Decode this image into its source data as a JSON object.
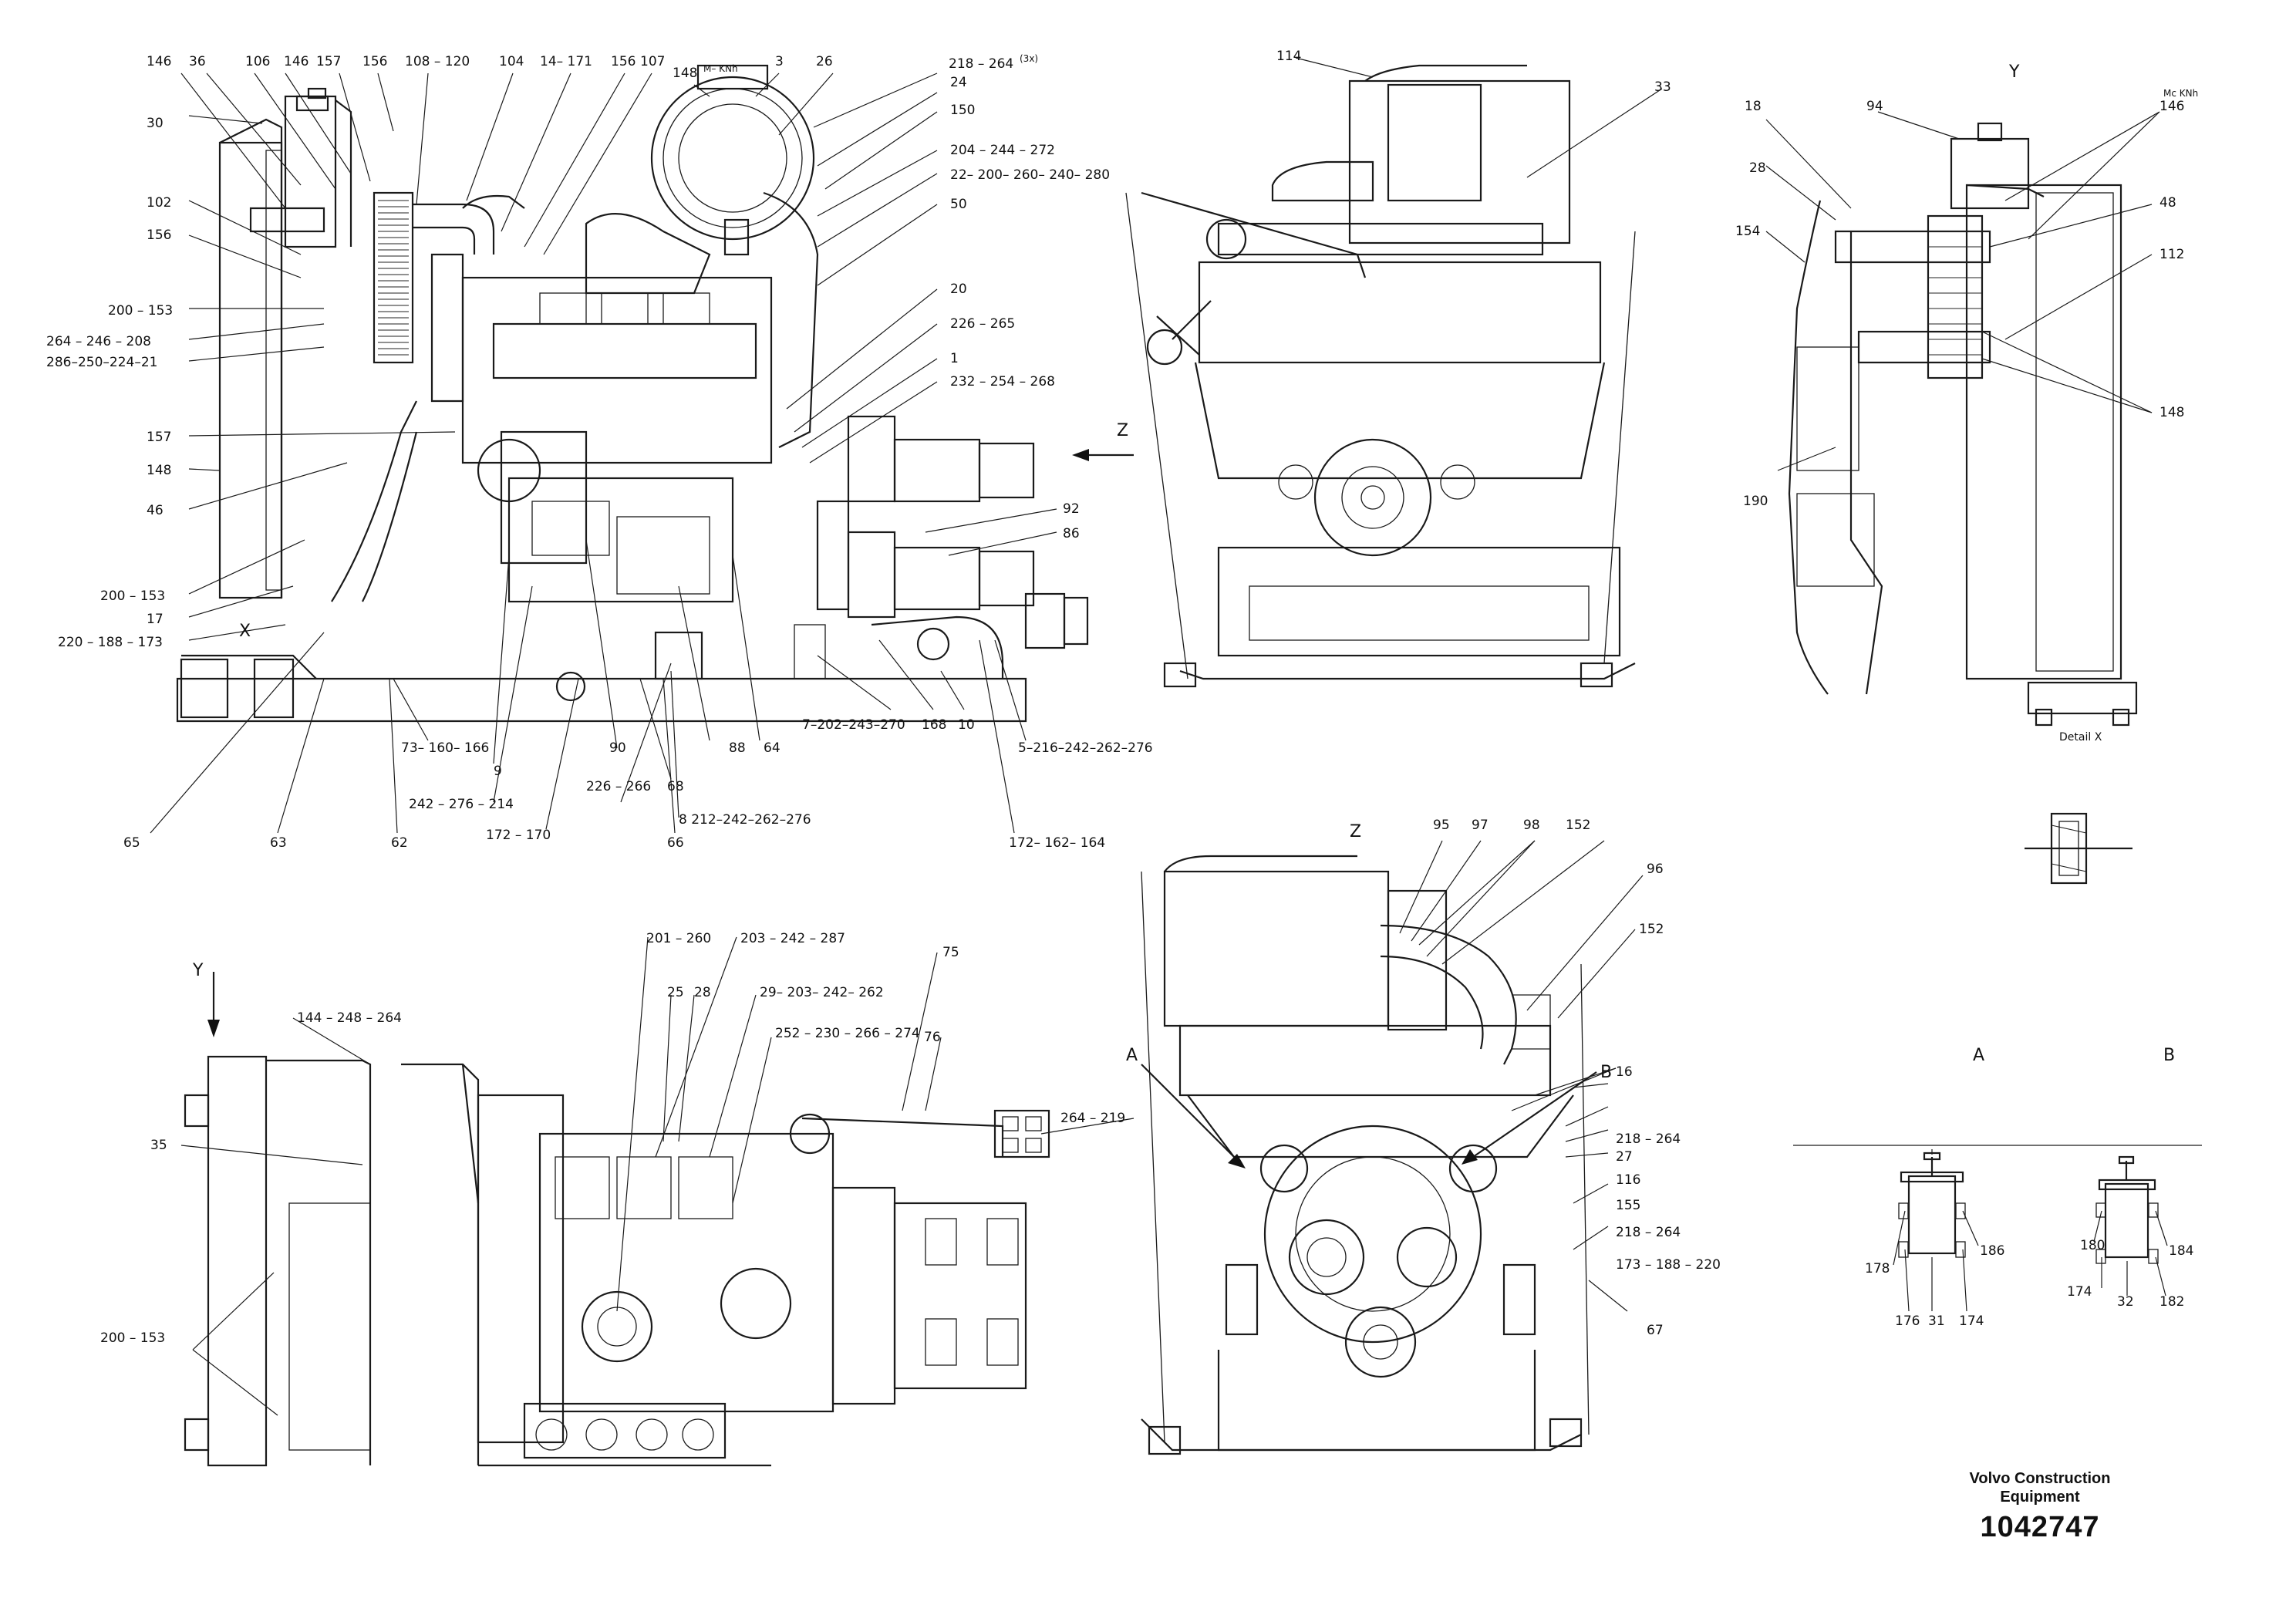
{
  "views": {
    "side_callouts": [
      "146",
      "36",
      "106",
      "146",
      "157",
      "156",
      "108 – 120",
      "104",
      "14– 171",
      "156",
      "107",
      "148",
      "3",
      "26",
      "218 – 264",
      "24",
      "150",
      "204 – 244 – 272",
      "22– 200– 260– 240– 280",
      "50",
      "30",
      "102",
      "156",
      "200 – 153",
      "264 – 246 – 208",
      "286–250–224–21",
      "20",
      "226 – 265",
      "1",
      "232 – 254 – 268",
      "157",
      "148",
      "46",
      "92",
      "86",
      "200 – 153",
      "17",
      "220 – 188 – 173",
      "7–202–243–270",
      "168",
      "10",
      "5–216–242–262–276",
      "73– 160– 166",
      "9",
      "90",
      "88",
      "64",
      "68",
      "242 – 276 – 214",
      "226 – 266",
      "8 212–242–262–276",
      "172 – 170",
      "65",
      "63",
      "62",
      "66",
      "172– 162– 164"
    ],
    "front_callouts": [
      "114",
      "33"
    ],
    "y_view_callouts": [
      "18",
      "94",
      "146",
      "28",
      "48",
      "154",
      "112",
      "148",
      "190"
    ],
    "top_callouts": [
      "201 – 260",
      "203 – 242 – 287",
      "75",
      "25",
      "28",
      "29– 203– 242– 262",
      "144 – 248 – 264",
      "252 – 230 – 266 – 274",
      "76",
      "35",
      "264 – 219",
      "200 – 153"
    ],
    "rear_callouts": [
      "95",
      "97",
      "98",
      "152",
      "96",
      "152",
      "16",
      "218 – 264",
      "27",
      "116",
      "155",
      "218 – 264",
      "173 – 188 – 220",
      "67"
    ],
    "mount_callouts": [
      "178",
      "186",
      "176",
      "31",
      "174",
      "180",
      "184",
      "174",
      "32",
      "182"
    ],
    "labels": {
      "z_top": "Z",
      "z_rear": "Z",
      "y_top": "Y",
      "y_plan": "Y",
      "x": "X",
      "a_rear": "A",
      "b_rear": "B",
      "a_detail": "A",
      "b_detail": "B",
      "detail_x": "Detail X",
      "mini_side": "M– KNh",
      "mini_y": "Mc KNh",
      "mini_218": "(3x)"
    }
  },
  "footer": {
    "company": "Volvo Construction Equipment",
    "drawing_number": "1042747"
  }
}
